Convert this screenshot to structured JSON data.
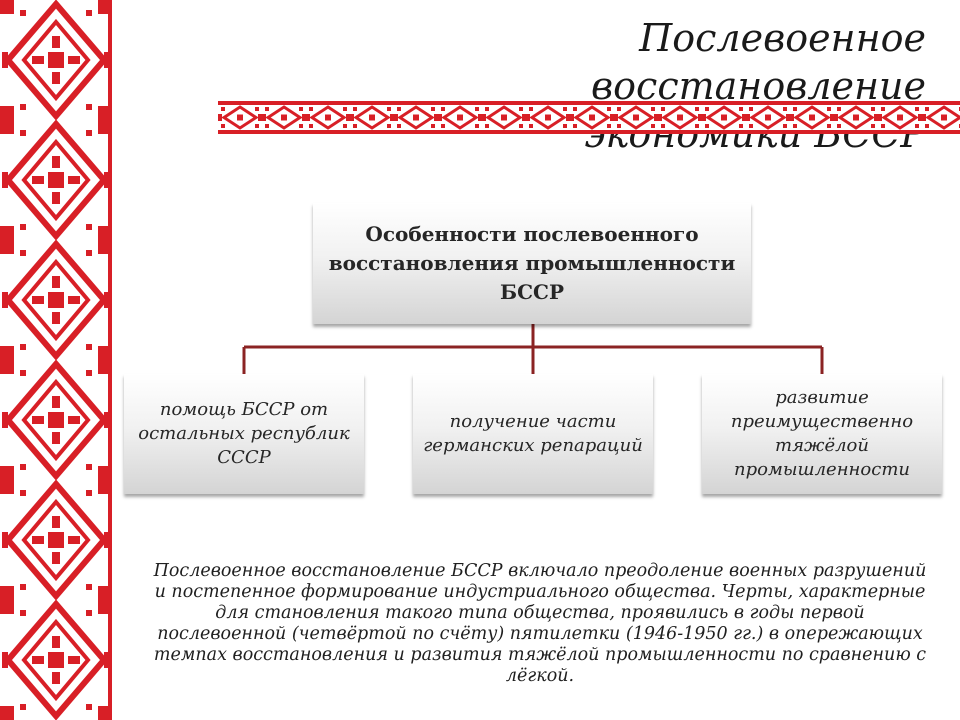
{
  "title": {
    "line1": "Послевоенное восстановление",
    "line2": "экономики БССР"
  },
  "diagram": {
    "root": "Особенности послевоенного восстановления промышленности БССР",
    "children": [
      "помощь БССР от остальных республик СССР",
      "получение части германских репараций",
      "развитие преимущественно тяжёлой промышленности"
    ]
  },
  "paragraph": "Послевоенное восстановление БССР включало преодоление военных разрушений и постепенное формирование индустриального общества. Черты, характерные для становления такого типа общества, проявились в годы первой послевоенной (четвёртой по счёту) пятилетки (1946-1950 гг.) в опережающих темпах восстановления и развития тяжёлой промышленности по сравнению с лёгкой.",
  "colors": {
    "ornament": "#d81f26",
    "connector": "#8b2323"
  }
}
